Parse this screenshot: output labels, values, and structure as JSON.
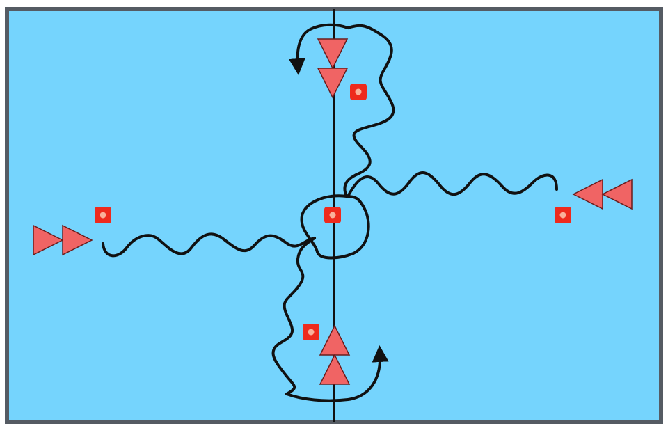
{
  "colors": {
    "field": "#75d4fd",
    "border": "#555b63",
    "line": "#111111",
    "player": "#f06464",
    "player_outline": "#6a1d1d",
    "cone": "#ee2a1d",
    "cone_center": "#f9b09a"
  },
  "players": [
    {
      "id": "player-left-1",
      "facing": "right"
    },
    {
      "id": "player-left-2",
      "facing": "right"
    },
    {
      "id": "player-right-1",
      "facing": "left"
    },
    {
      "id": "player-right-2",
      "facing": "left"
    },
    {
      "id": "player-top-1",
      "facing": "down"
    },
    {
      "id": "player-top-2",
      "facing": "down"
    },
    {
      "id": "player-bottom-1",
      "facing": "up"
    },
    {
      "id": "player-bottom-2",
      "facing": "up"
    }
  ],
  "cones": [
    {
      "id": "cone-center"
    },
    {
      "id": "cone-left"
    },
    {
      "id": "cone-right"
    },
    {
      "id": "cone-top"
    },
    {
      "id": "cone-bottom"
    }
  ],
  "paths": [
    {
      "id": "dribble-path-left",
      "kind": "wavy"
    },
    {
      "id": "dribble-path-right",
      "kind": "wavy"
    },
    {
      "id": "dribble-path-top",
      "kind": "wavy"
    },
    {
      "id": "dribble-path-bottom",
      "kind": "wavy"
    },
    {
      "id": "loop-around-center-cone",
      "kind": "curve"
    },
    {
      "id": "return-arrow-top",
      "kind": "arrow"
    },
    {
      "id": "return-arrow-bottom",
      "kind": "arrow"
    }
  ]
}
